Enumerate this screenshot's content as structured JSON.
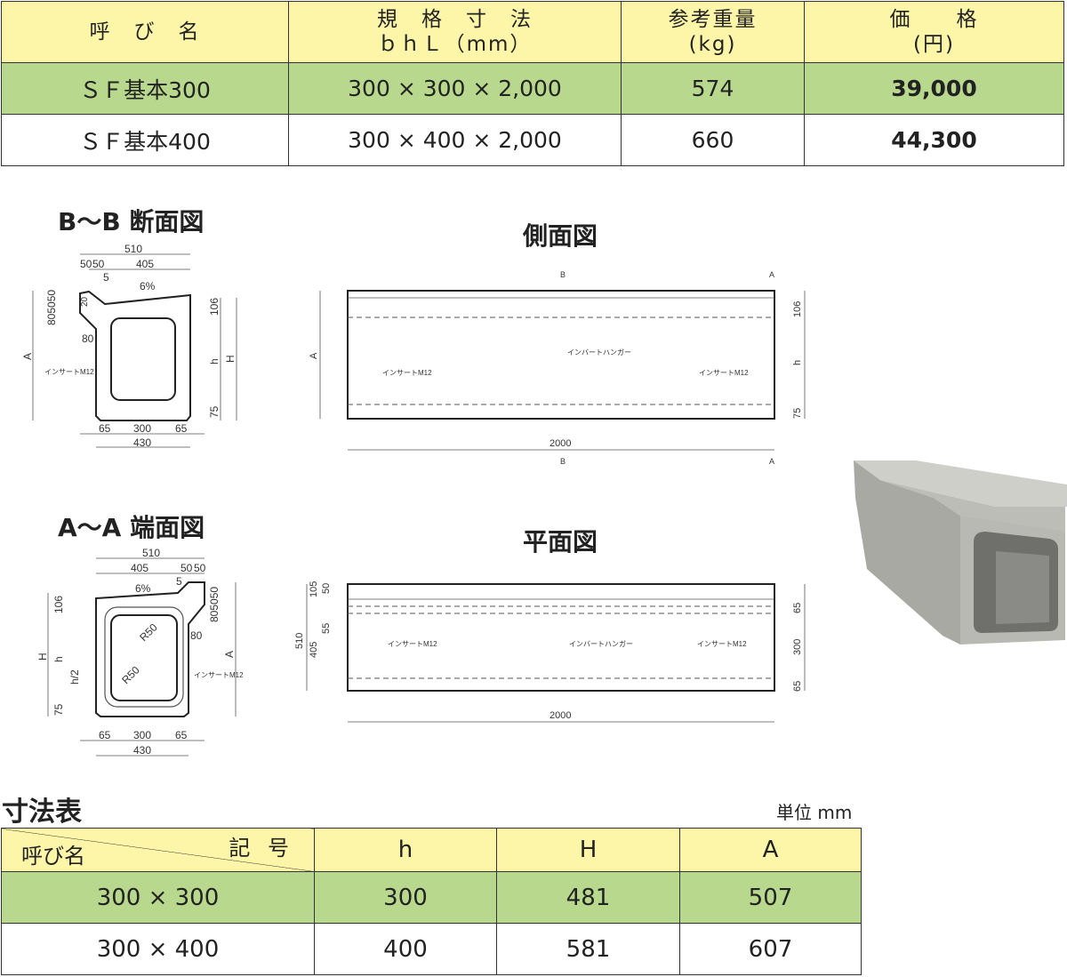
{
  "price_table": {
    "headers": {
      "name": "呼　び　名",
      "spec_line1": "規　格　寸　法",
      "spec_line2": "ｂｈＬ（mm）",
      "weight_line1": "参考重量",
      "weight_line2": "(kg)",
      "price_line1": "価　　格",
      "price_line2": "(円)"
    },
    "rows": [
      {
        "name": "ＳＦ基本300",
        "spec": "300 × 300 × 2,000",
        "weight": "574",
        "price": "39,000"
      },
      {
        "name": "ＳＦ基本400",
        "spec": "300 × 400 × 2,000",
        "weight": "660",
        "price": "44,300"
      }
    ]
  },
  "drawings": {
    "bb_title": "B～B 断面図",
    "side_title": "側面図",
    "aa_title": "A～A 端面図",
    "plan_title": "平面図",
    "labels": {
      "d510": "510",
      "d405": "405",
      "d50a": "50",
      "d50b": "50",
      "d5": "5",
      "slope": "6%",
      "d80": "80",
      "d20": "20",
      "d8050": "805050",
      "d106": "106",
      "d75": "75",
      "d65": "65",
      "d300": "300",
      "d430": "430",
      "A": "A",
      "H": "H",
      "h": "h",
      "h2": "h/2",
      "R50": "R50",
      "insert": "インサートM12",
      "hanger": "インバートハンガー",
      "d2000": "2000",
      "B": "B",
      "d105": "105",
      "d55": "55"
    }
  },
  "dim_table": {
    "title": "寸法表",
    "unit": "単位 mm",
    "header_symbol": "記 号",
    "header_name": "呼び名",
    "columns": [
      "h",
      "H",
      "A"
    ],
    "rows": [
      {
        "name": "300 × 300",
        "h": "300",
        "H": "481",
        "A": "507"
      },
      {
        "name": "300 × 400",
        "h": "400",
        "H": "581",
        "A": "607"
      }
    ]
  },
  "colors": {
    "header": "#fdf6a8",
    "highlight": "#b8d98d"
  }
}
